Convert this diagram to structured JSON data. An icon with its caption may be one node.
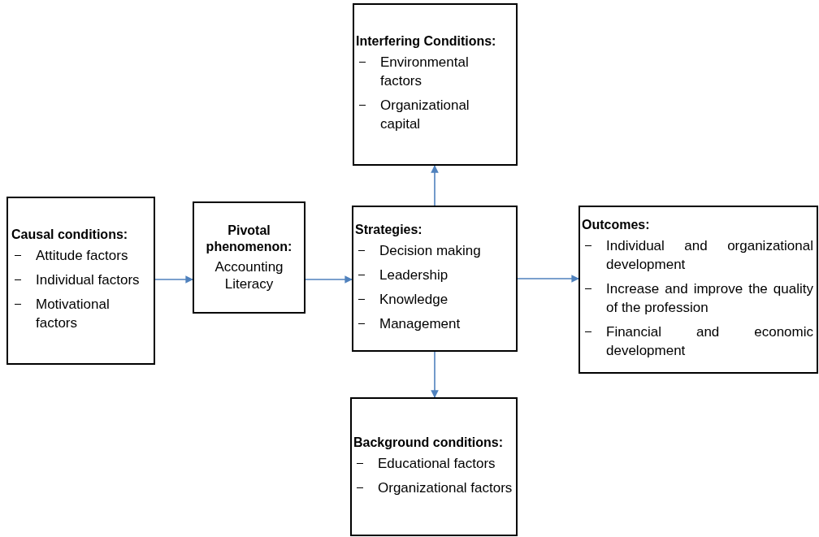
{
  "diagram": {
    "nodes": [
      {
        "text": [
          "Causal conditions:",
          "Attitude factors",
          "Individual factors",
          "Motivational factors"
        ]
      },
      {
        "text": [
          "Pivotal phenomenon:",
          "Accounting Literacy"
        ]
      },
      {
        "text": [
          "Strategies:",
          "Decision making",
          "Leadership",
          "Knowledge",
          "Management"
        ]
      },
      {
        "text": [
          "Interfering Conditions:",
          "Environmental factors",
          "Organizational capital"
        ]
      },
      {
        "text": [
          "Outcomes:",
          "Individual and organizational development",
          "Increase and improve the quality of the profession",
          "Financial and economic development"
        ]
      },
      {
        "text": [
          "Background conditions:",
          "Educational factors",
          "Organizational factors"
        ]
      }
    ],
    "edges": [
      {
        "from": 0,
        "to": 1,
        "arrow": "to"
      },
      {
        "from": 1,
        "to": 2,
        "arrow": "to"
      },
      {
        "from": 2,
        "to": 3,
        "arrow": "to"
      },
      {
        "from": 2,
        "to": 4,
        "arrow": "to"
      },
      {
        "from": 2,
        "to": 5,
        "arrow": "to"
      }
    ]
  }
}
